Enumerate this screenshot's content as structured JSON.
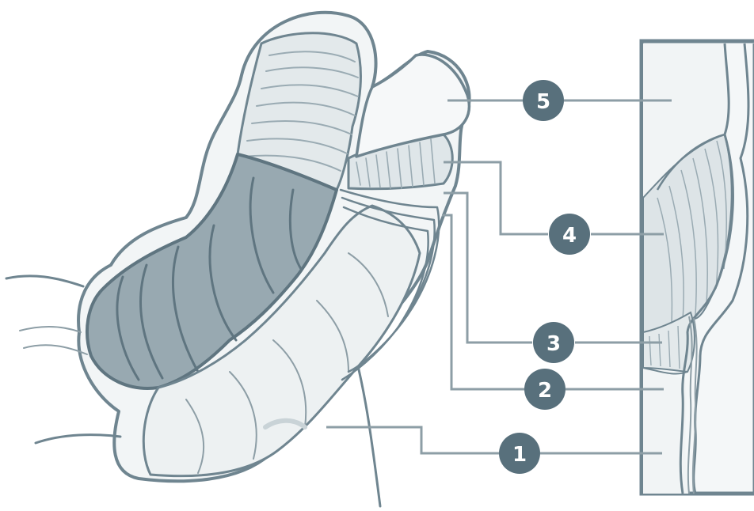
{
  "diagram": {
    "colors": {
      "outline": "#6f8590",
      "fill_light": "#eef2f3",
      "fill_mid": "#d9e1e4",
      "fill_dark": "#9fb0b8",
      "leader": "#8d9ea6",
      "badge": "#58707c",
      "badge_text": "#ffffff"
    },
    "callouts": [
      {
        "number": "1"
      },
      {
        "number": "2"
      },
      {
        "number": "3"
      },
      {
        "number": "4"
      },
      {
        "number": "5"
      }
    ]
  }
}
